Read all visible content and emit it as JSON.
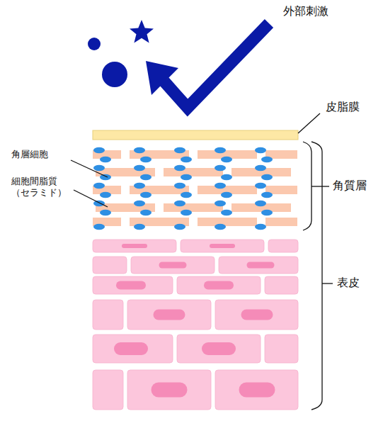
{
  "diagram": {
    "labels": [
      "外部刺激",
      "皮脂膜",
      "角層細胞",
      "細胞間脂質 （セラミド）",
      "角質層",
      "表皮"
    ]
  }
}
